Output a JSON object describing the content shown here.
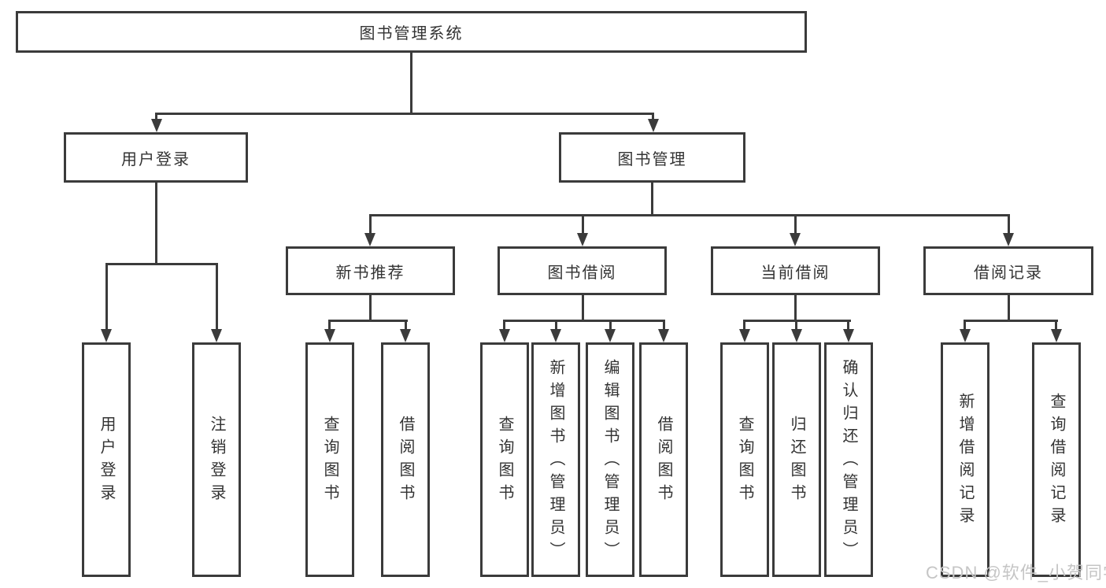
{
  "diagram_title": "图书管理系统",
  "colors": {
    "line": "#3b3b3b",
    "text": "#333333",
    "watermark_text": "#c5c5c5",
    "background": "#ffffff"
  },
  "watermark": "CSDN @软件_小贺同学",
  "tree": {
    "label": "图书管理系统",
    "children": [
      {
        "label": "用户登录",
        "children": [
          {
            "label": "用户登录"
          },
          {
            "label": "注销登录"
          }
        ]
      },
      {
        "label": "图书管理",
        "children": [
          {
            "label": "新书推荐",
            "children": [
              {
                "label": "查询图书"
              },
              {
                "label": "借阅图书"
              }
            ]
          },
          {
            "label": "图书借阅",
            "children": [
              {
                "label": "查询图书"
              },
              {
                "label": "新增图书（管理员）"
              },
              {
                "label": "编辑图书（管理员）"
              },
              {
                "label": "借阅图书"
              }
            ]
          },
          {
            "label": "当前借阅",
            "children": [
              {
                "label": "查询图书"
              },
              {
                "label": "归还图书"
              },
              {
                "label": "确认归还（管理员）"
              }
            ]
          },
          {
            "label": "借阅记录",
            "children": [
              {
                "label": "新增借阅记录"
              },
              {
                "label": "查询借阅记录"
              }
            ]
          }
        ]
      }
    ]
  }
}
